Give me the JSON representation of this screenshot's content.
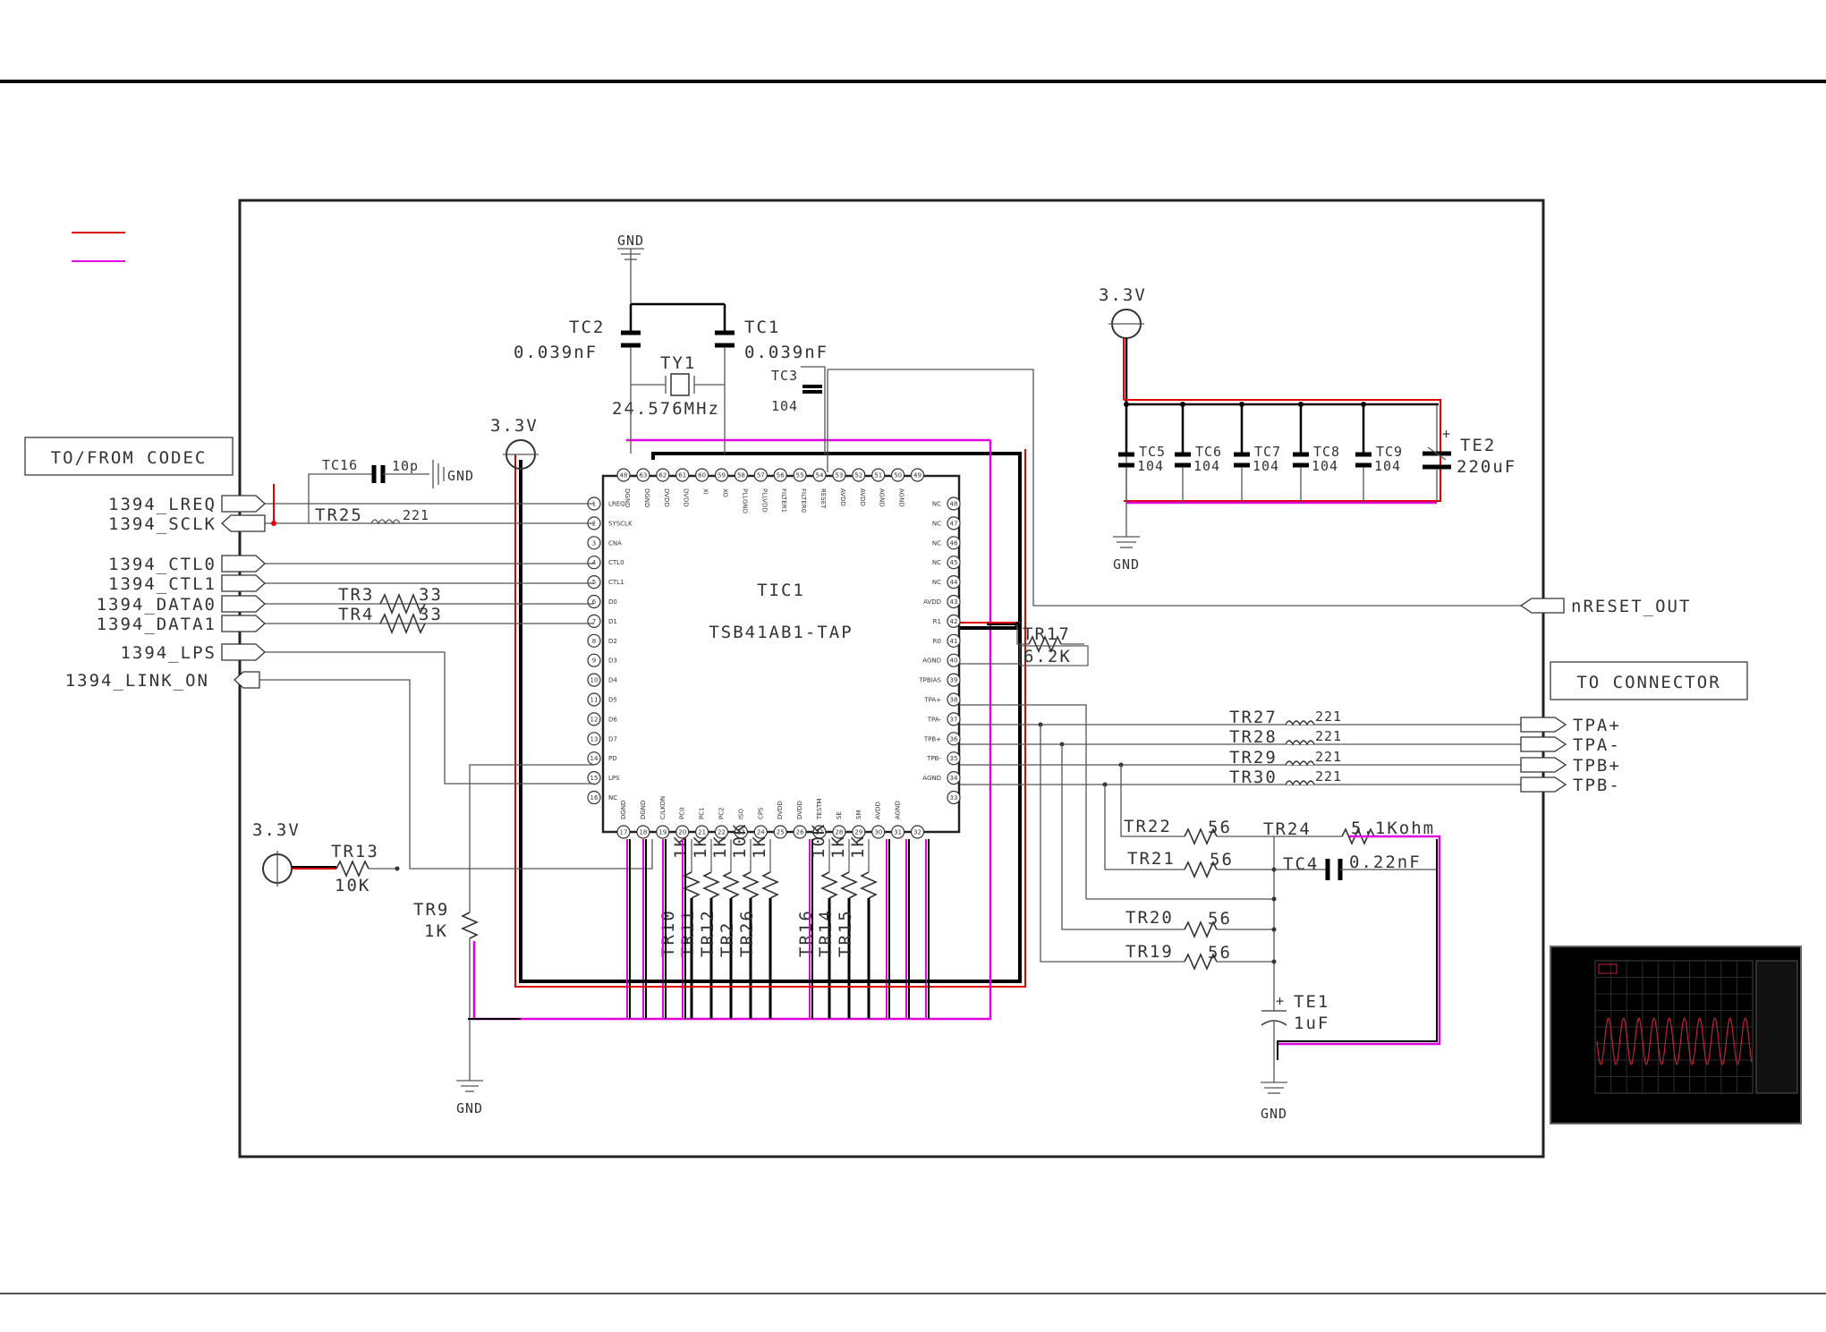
{
  "legend": {
    "red_color": "#e00000",
    "magenta_color": "#e000e0"
  },
  "chip": {
    "ref": "TIC1",
    "part": "TSB41AB1-TAP"
  },
  "left_box": "TO/FROM CODEC",
  "right_box": "TO CONNECTOR",
  "signals_left": [
    "1394_LREQ",
    "1394_SCLK",
    "1394_CTL0",
    "1394_CTL1",
    "1394_DATA0",
    "1394_DATA1",
    "1394_LPS",
    "1394_LINK_ON"
  ],
  "signals_right": {
    "reset": "nRESET_OUT",
    "tpa_p": "TPA+",
    "tpa_n": "TPA-",
    "tpb_p": "TPB+",
    "tpb_n": "TPB-"
  },
  "power": {
    "v33": "3.3V",
    "gnd": "GND"
  },
  "crystal": {
    "tc2": "TC2",
    "tc2_val": "0.039nF",
    "tc1": "TC1",
    "tc1_val": "0.039nF",
    "ty1": "TY1",
    "ty1_val": "24.576MHz",
    "tc3": "TC3",
    "tc3_val": "104"
  },
  "decoupling": {
    "caps": [
      "TC5",
      "TC6",
      "TC7",
      "TC8",
      "TC9"
    ],
    "val": "104",
    "te2": "TE2",
    "te2_val": "220uF"
  },
  "left_parts": {
    "tc16": "TC16",
    "tc16_val": "10p",
    "tr25": "TR25",
    "tr25_val": "221",
    "tr3": "TR3",
    "tr3_val": "33",
    "tr4": "TR4",
    "tr4_val": "33",
    "tr13": "TR13",
    "tr13_val": "10K",
    "tr9": "TR9",
    "tr9_val": "1K"
  },
  "tr17": {
    "ref": "TR17",
    "val": "6.2K"
  },
  "filters": [
    {
      "ref": "TR27",
      "val": "221"
    },
    {
      "ref": "TR28",
      "val": "221"
    },
    {
      "ref": "TR29",
      "val": "221"
    },
    {
      "ref": "TR30",
      "val": "221"
    }
  ],
  "term": {
    "tr22": "TR22",
    "tr22_val": "56",
    "tr24": "TR24",
    "tr24_val": "5.1Kohm",
    "tr21": "TR21",
    "tr21_val": "56",
    "tc4": "TC4",
    "tc4_val": "0.22nF",
    "tr20": "TR20",
    "tr20_val": "56",
    "tr19": "TR19",
    "tr19_val": "56",
    "te1": "TE1",
    "te1_val": "1uF"
  },
  "bottom_res": {
    "refs": [
      "TR10",
      "TR11",
      "TR12",
      "TR2",
      "TR26",
      "TR16",
      "TR14",
      "TR15"
    ],
    "vals": [
      "1K",
      "1K",
      "1K",
      "10K",
      "1K",
      "10K",
      "1K",
      "1K"
    ]
  },
  "pins_top": [
    "48",
    "63",
    "62",
    "61",
    "60",
    "59",
    "58",
    "57",
    "56",
    "55",
    "54",
    "53",
    "52",
    "51",
    "50",
    "49"
  ],
  "pins_left": [
    "1",
    "2",
    "3",
    "4",
    "5",
    "6",
    "7",
    "8",
    "9",
    "10",
    "11",
    "12",
    "13",
    "14",
    "15",
    "16"
  ],
  "pins_right": [
    "48",
    "47",
    "46",
    "45",
    "44",
    "43",
    "42",
    "41",
    "40",
    "39",
    "38",
    "37",
    "36",
    "35",
    "34",
    "33"
  ],
  "pins_bottom": [
    "17",
    "18",
    "19",
    "20",
    "21",
    "22",
    "23",
    "24",
    "25",
    "26",
    "27",
    "28",
    "29",
    "30",
    "31",
    "32"
  ],
  "pinnames_left": [
    "LREQ",
    "SYSCLK",
    "CNA",
    "CTL0",
    "CTL1",
    "D0",
    "D1",
    "D2",
    "D3",
    "D4",
    "D5",
    "D6",
    "D7",
    "PD",
    "LPS",
    "NC"
  ],
  "pinnames_right": [
    "NC",
    "NC",
    "NC",
    "NC",
    "NC",
    "AVDD",
    "R1",
    "R0",
    "AGND",
    "TPBIAS",
    "TPA+",
    "TPA-",
    "TPB+",
    "TPB-",
    "AGND",
    ""
  ],
  "pinnames_top": [
    "DGND",
    "DGND",
    "DVDD",
    "DVDD",
    "XI",
    "XO",
    "PLLGND",
    "PLLVDD",
    "FILTER1",
    "FILTER0",
    "RESET",
    "AVDD",
    "AVDD",
    "AGND",
    "AGND",
    ""
  ],
  "pinnames_bottom": [
    "DGND",
    "DGND",
    "C/LKON",
    "PC0",
    "PC1",
    "PC2",
    "ISO",
    "CPS",
    "DVDD",
    "DVDD",
    "TESTM",
    "SE",
    "SM",
    "AVDD",
    "AGND",
    ""
  ]
}
